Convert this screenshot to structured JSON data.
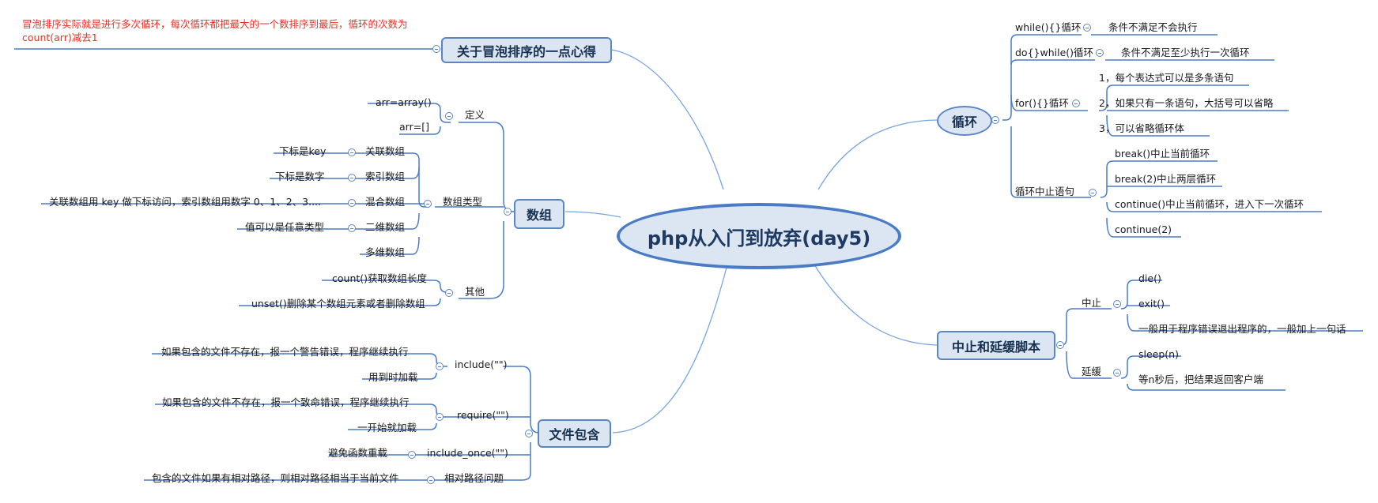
{
  "center": "php从入门到放弃(day5)",
  "bubble": {
    "title": "关于冒泡排序的一点心得",
    "note": "冒泡排序实际就是进行多次循环，每次循环都把最大的一个数排序到最后，循环的次数为count(arr)减去1"
  },
  "array": {
    "title": "数组",
    "define": {
      "label": "定义",
      "items": [
        "arr=array()",
        "arr=[]"
      ]
    },
    "types": {
      "label": "数组类型",
      "items": [
        {
          "label": "关联数组",
          "note": "下标是key"
        },
        {
          "label": "索引数组",
          "note": "下标是数字"
        },
        {
          "label": "混合数组",
          "note": "关联数组用 key 做下标访问，索引数组用数字 0、1、2、3...."
        },
        {
          "label": "二维数组",
          "note": "值可以是任意类型"
        },
        {
          "label": "多维数组"
        }
      ]
    },
    "other": {
      "label": "其他",
      "items": [
        "count()获取数组长度",
        "unset()删除某个数组元素或者删除数组"
      ]
    }
  },
  "include": {
    "title": "文件包含",
    "include": {
      "label": "include(\"\")",
      "items": [
        "如果包含的文件不存在，报一个警告错误，程序继续执行",
        "用到时加载"
      ]
    },
    "require": {
      "label": "require(\"\")",
      "items": [
        "如果包含的文件不存在，报一个致命错误，程序继续执行",
        "一开始就加载"
      ]
    },
    "include_once": {
      "label": "include_once(\"\")",
      "note": "避免函数重载"
    },
    "path": {
      "label": "相对路径问题",
      "note": "包含的文件如果有相对路径，则相对路径相当于当前文件"
    }
  },
  "loop": {
    "title": "循环",
    "while": {
      "label": "while(){}循环",
      "note": "条件不满足不会执行"
    },
    "dowhile": {
      "label": "do{}while()循环",
      "note": "条件不满足至少执行一次循环"
    },
    "for": {
      "label": "for(){}循环",
      "items": [
        "1，每个表达式可以是多条语句",
        "2，如果只有一条语句，大括号可以省略",
        "3，可以省略循环体"
      ]
    },
    "break": {
      "label": "循环中止语句",
      "items": [
        "break()中止当前循环",
        "break(2)中止两层循环",
        "continue()中止当前循环，进入下一次循环",
        "continue(2)"
      ]
    }
  },
  "stop": {
    "title": "中止和延缓脚本",
    "abort": {
      "label": "中止",
      "items": [
        "die()",
        "exit()",
        "一般用于程序错误退出程序的，一般加上一句话"
      ]
    },
    "delay": {
      "label": "延缓",
      "items": [
        "sleep(n)",
        "等n秒后，把结果返回客户端"
      ]
    }
  },
  "colors": {
    "line": "#4a7cc6",
    "branch": "#6b9bd8",
    "node_fill": "#dce6f3",
    "note": "#e8332b"
  }
}
